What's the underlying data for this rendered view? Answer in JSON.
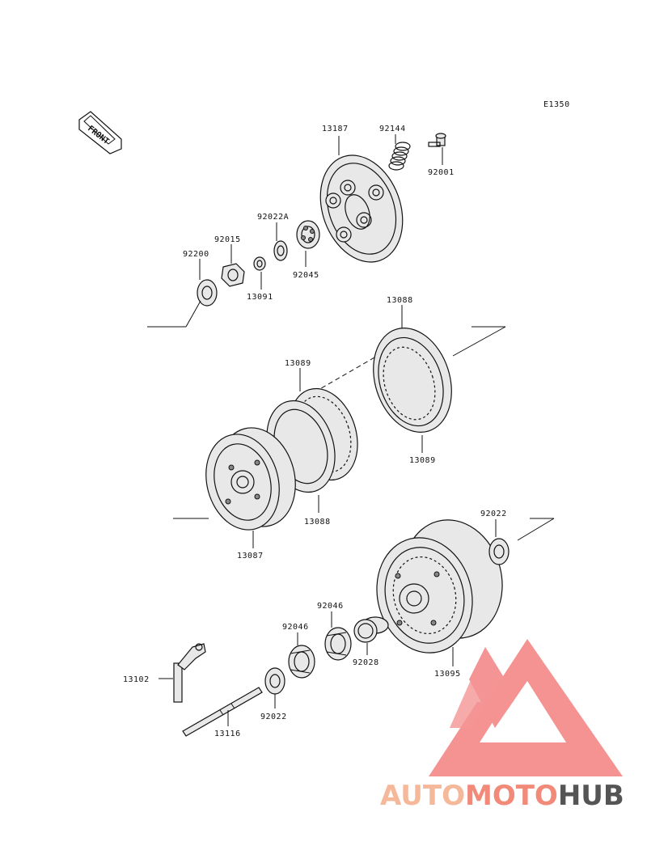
{
  "diagram_code": "E1350",
  "front_label": "FRONT",
  "parts": {
    "p13187": "13187",
    "p92144": "92144",
    "p92001": "92001",
    "p92022A": "92022A",
    "p92015": "92015",
    "p92200": "92200",
    "p13091": "13091",
    "p92045": "92045",
    "p13088_top": "13088",
    "p13089_upper": "13089",
    "p13089_right": "13089",
    "p13087": "13087",
    "p13088_low": "13088",
    "p92022_right": "92022",
    "p92046_a": "92046",
    "p92046_b": "92046",
    "p92028": "92028",
    "p13095": "13095",
    "p13102": "13102",
    "p92022_low": "92022",
    "p13116": "13116"
  },
  "watermark": {
    "part1": "AUTO",
    "part2": "MOTO",
    "part3": "HUB",
    "colors": {
      "auto": "#f6b89a",
      "moto": "#f28a7a",
      "hub": "#555555",
      "logo": "#f06060"
    }
  }
}
